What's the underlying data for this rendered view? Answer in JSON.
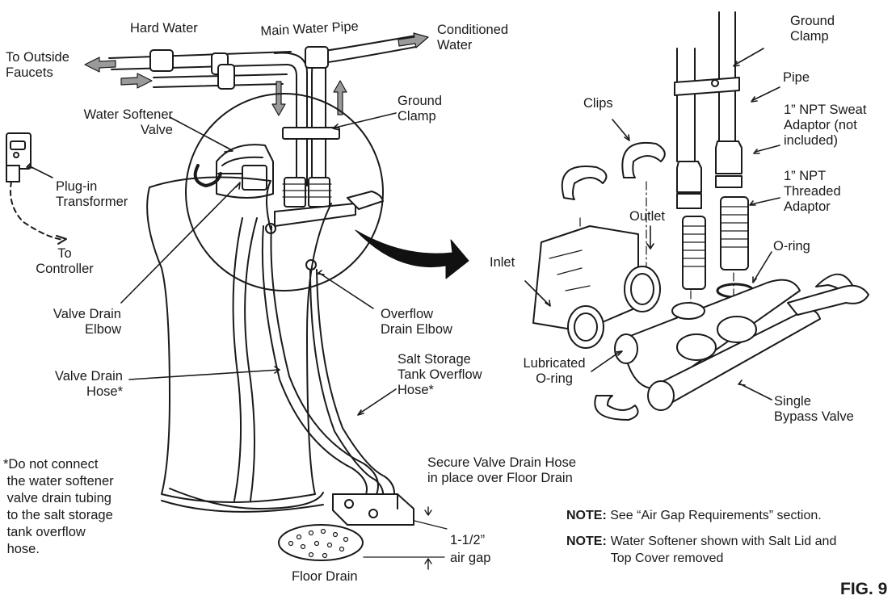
{
  "labels": {
    "hard_water": "Hard Water",
    "main_water_pipe": "Main Water Pipe",
    "conditioned_water": "Conditioned\nWater",
    "to_outside_faucets": "To Outside\nFaucets",
    "water_softener_valve": "Water Softener\nValve",
    "ground_clamp_left": "Ground\nClamp",
    "plug_in_transformer": "Plug-in\nTransformer",
    "to_controller": "To\nController",
    "valve_drain_elbow": "Valve Drain\nElbow",
    "overflow_drain_elbow": "Overflow\nDrain Elbow",
    "salt_storage_overflow": "Salt Storage\nTank Overflow\nHose*",
    "valve_drain_hose": "Valve Drain\nHose*",
    "do_not_connect": "*Do not connect\n the water softener\n valve drain tubing\n to the salt storage\n tank overflow\n hose.",
    "secure_valve_drain": "Secure Valve Drain Hose\nin place over Floor Drain",
    "air_gap": "1-1/2”\nair gap",
    "floor_drain": "Floor Drain",
    "ground_clamp_right": "Ground\nClamp",
    "pipe": "Pipe",
    "sweat_adaptor": "1” NPT Sweat\nAdaptor (not\nincluded)",
    "threaded_adaptor": "1” NPT\nThreaded\nAdaptor",
    "clips": "Clips",
    "outlet": "Outlet",
    "inlet": "Inlet",
    "o_ring": "O-ring",
    "lubricated_o_ring": "Lubricated\nO-ring",
    "single_bypass_valve": "Single\nBypass Valve"
  },
  "notes": {
    "note_label": "NOTE:",
    "note1": "See “Air Gap Requirements” section.",
    "note2": "Water Softener shown with Salt Lid and\nTop Cover removed"
  },
  "figure": "FIG. 9",
  "colors": {
    "line": "#1a1a1a",
    "arrow_fill": "#9a9a9a",
    "pipe_fill": "#ffffff"
  }
}
